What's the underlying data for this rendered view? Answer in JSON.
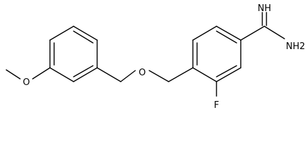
{
  "molecule": {
    "atoms": {
      "imine": "NH",
      "amine": "NH2",
      "fluorine": "F",
      "ether_oxygen": "O",
      "methoxy_oxygen": "O"
    }
  },
  "colors": {
    "background": "#ffffff",
    "bond": "#000000",
    "text": "#000000"
  }
}
